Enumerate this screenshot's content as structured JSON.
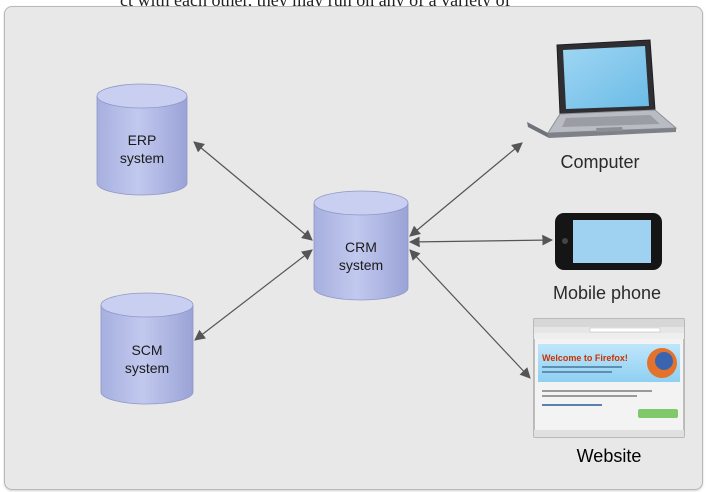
{
  "page": {
    "top_fragment": "ct with each other, they may run on any of a variety of"
  },
  "colors": {
    "background": "#e8e8e8",
    "cylinder_fill": "#b3bbe6",
    "cylinder_top": "#c9cff0",
    "arrow": "#555555"
  },
  "nodes": {
    "erp": {
      "line1": "ERP",
      "line2": "system",
      "icon": "database-cylinder"
    },
    "scm": {
      "line1": "SCM",
      "line2": "system",
      "icon": "database-cylinder"
    },
    "crm": {
      "line1": "CRM",
      "line2": "system",
      "icon": "database-cylinder"
    }
  },
  "devices": {
    "computer": {
      "label": "Computer",
      "icon": "laptop-icon"
    },
    "mobile": {
      "label": "Mobile phone",
      "icon": "mobile-phone-icon"
    },
    "website": {
      "label": "Website",
      "icon": "browser-window-icon",
      "screen_heading": "Welcome to Firefox!"
    }
  },
  "edges": [
    {
      "from": "ERP system",
      "to": "CRM system",
      "style": "bidirectional"
    },
    {
      "from": "SCM system",
      "to": "CRM system",
      "style": "bidirectional"
    },
    {
      "from": "CRM system",
      "to": "Computer",
      "style": "bidirectional"
    },
    {
      "from": "CRM system",
      "to": "Mobile phone",
      "style": "bidirectional"
    },
    {
      "from": "CRM system",
      "to": "Website",
      "style": "bidirectional"
    }
  ]
}
